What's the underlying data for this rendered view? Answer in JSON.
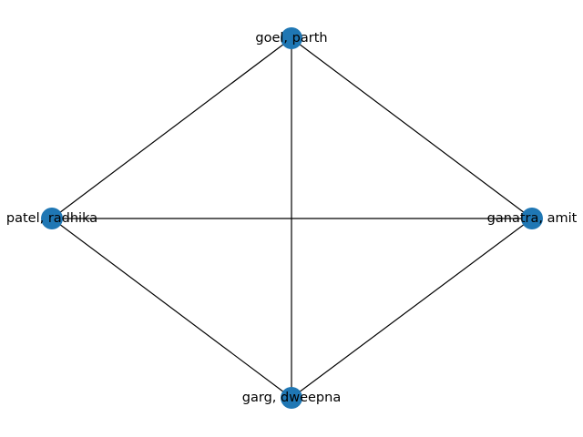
{
  "graph": {
    "node_color": "#1f77b4",
    "edge_color": "#000000",
    "nodes": [
      {
        "id": "goel",
        "label": "goel, parth"
      },
      {
        "id": "patel",
        "label": "patel, radhika"
      },
      {
        "id": "ganatra",
        "label": "ganatra, amit"
      },
      {
        "id": "garg",
        "label": "garg, dweepna"
      }
    ],
    "edges": [
      {
        "from": "goel",
        "to": "patel"
      },
      {
        "from": "goel",
        "to": "ganatra"
      },
      {
        "from": "goel",
        "to": "garg"
      },
      {
        "from": "patel",
        "to": "ganatra"
      },
      {
        "from": "patel",
        "to": "garg"
      },
      {
        "from": "ganatra",
        "to": "garg"
      }
    ]
  }
}
